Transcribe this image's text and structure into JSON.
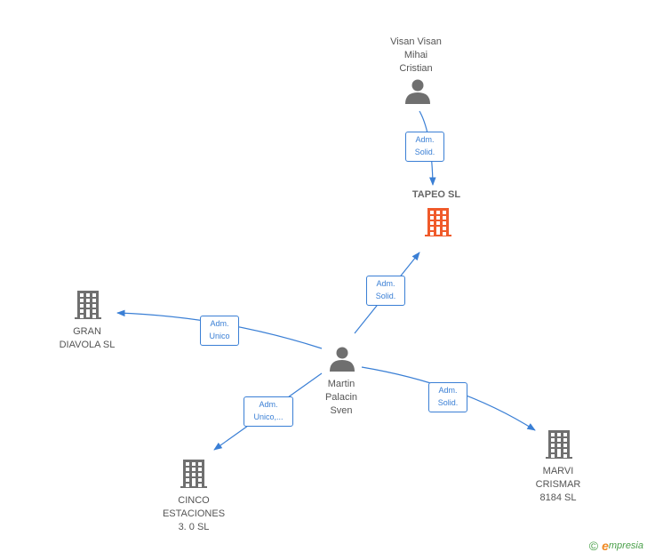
{
  "colors": {
    "edge": "#3a7fd5",
    "building": "#6f6f6f",
    "building_main": "#f05a2a",
    "person": "#6f6f6f"
  },
  "nodes": [
    {
      "id": "visan",
      "type": "person",
      "label": "Visan Visan\nMihai\nCristian"
    },
    {
      "id": "tapeo",
      "type": "company_main",
      "label": "TAPEO  SL"
    },
    {
      "id": "gran",
      "type": "company",
      "label": "GRAN\nDIAVOLA SL"
    },
    {
      "id": "martin",
      "type": "person",
      "label": "Martin\nPalacin\nSven"
    },
    {
      "id": "cinco",
      "type": "company",
      "label": "CINCO\nESTACIONES\n3. 0  SL"
    },
    {
      "id": "marvi",
      "type": "company",
      "label": "MARVI\nCRISMAR\n8184  SL"
    }
  ],
  "edges": [
    {
      "from": "visan",
      "to": "tapeo",
      "label": "Adm.\nSolid."
    },
    {
      "from": "martin",
      "to": "tapeo",
      "label": "Adm.\nSolid."
    },
    {
      "from": "martin",
      "to": "gran",
      "label": "Adm.\nUnico"
    },
    {
      "from": "martin",
      "to": "cinco",
      "label": "Adm.\nUnico,..."
    },
    {
      "from": "martin",
      "to": "marvi",
      "label": "Adm.\nSolid."
    }
  ],
  "footer": {
    "copyright": "©",
    "brand_first": "e",
    "brand_rest": "mpresia"
  }
}
